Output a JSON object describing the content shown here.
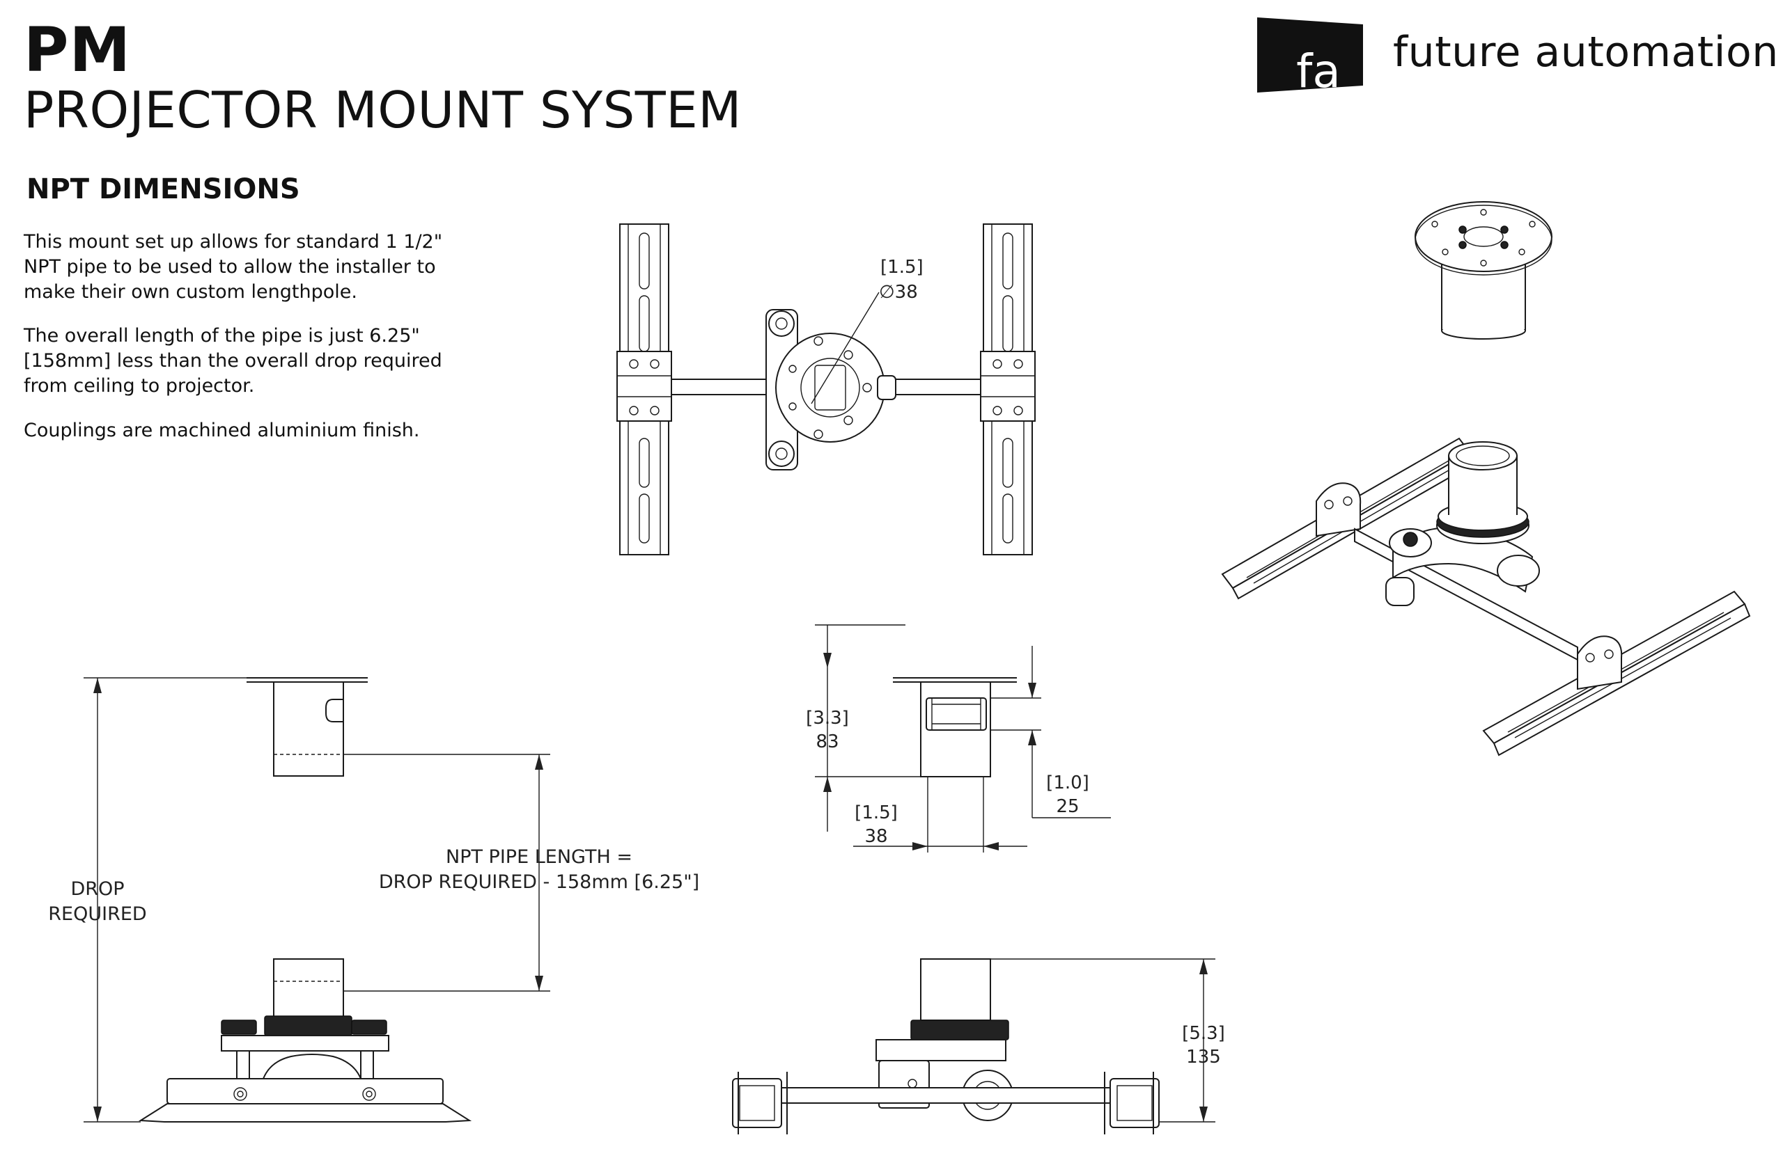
{
  "header": {
    "title": "PM",
    "subtitle": "PROJECTOR MOUNT SYSTEM",
    "logo_mark": "fa",
    "logo_text": "future automation"
  },
  "section": {
    "heading": "NPT DIMENSIONS",
    "paragraphs": [
      "This mount set up allows for standard 1 1/2\" NPT pipe to be used to allow the installer to make their own custom lengthpole.",
      "The overall length of the pipe is just 6.25\" [158mm] less than the overall drop required from ceiling to projector.",
      "Couplings are machined aluminium finish."
    ]
  },
  "dimensions": {
    "top_view": {
      "inch": "1.5",
      "mm": "38"
    },
    "height_overall": {
      "inch": "3.3",
      "mm": "83"
    },
    "thread_width": {
      "inch": "1.5",
      "mm": "38"
    },
    "thread_depth": {
      "inch": "1.0",
      "mm": "25"
    },
    "base_height": {
      "inch": "5.3",
      "mm": "135"
    }
  },
  "labels": {
    "drop_line1": "DROP",
    "drop_line2": "REQUIRED",
    "npt_line1": "NPT PIPE LENGTH =",
    "npt_line2": "DROP REQUIRED - 158mm [6.25\"]",
    "diameter_symbol": "∅"
  }
}
